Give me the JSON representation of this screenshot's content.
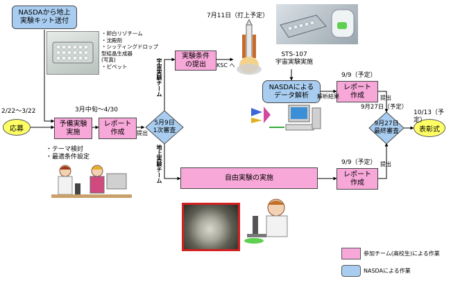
{
  "boxes": {
    "kit_sent": "NASDAから地上\n実験キット送付",
    "apply": "応募",
    "pre_experiment": "予備実験\n実施",
    "report1": "レポート\n作成",
    "screening1": "5月9日\n1次審査",
    "conditions": "実験条件\nの提出",
    "nasda_analysis": "NASDAによる\nデータ解析",
    "report2": "レポート\n作成",
    "free_experiment": "自由実験の実施",
    "report3": "レポート\n作成",
    "final_review": "9月27日\n最終審査",
    "award": "表彰式"
  },
  "labels": {
    "kit_items": "・卵白リゾチーム\n・沈殿剤\n・シッティングドロップ\n 型結晶生成器\n (写真)\n・ピペット",
    "date_apply": "2/22～3/22",
    "date_pre": "3月中旬～4/30",
    "submit1": "提出",
    "launch": "7月11日（打上予定）",
    "ksc": "KSC へ",
    "sts": "STS-107\n宇宙実験実施",
    "analysis_result": "解析結果",
    "date_report2": "9/9（予定）",
    "submit2": "提出",
    "date_award": "10/13（予定）",
    "final_date_note": "9月27日（予定）",
    "date_report3": "9/9（予定）",
    "submit3": "提出",
    "theme_notes": "・テーマ検討\n・最適条件設定",
    "space_team": "宇宙実験チーム",
    "ground_team": "地上実験チーム"
  },
  "legend": [
    {
      "label": "参加チーム(高校生)による作業",
      "color": "#f7a8d9"
    },
    {
      "label": "NASDAによる作業",
      "color": "#a9cdf0"
    }
  ],
  "colors": {
    "pink": "#f7a8d9",
    "blue": "#a9cdf0",
    "diamond": "#a9cdf0",
    "oval": "#ffff66",
    "photo_frame": "#d42020"
  }
}
